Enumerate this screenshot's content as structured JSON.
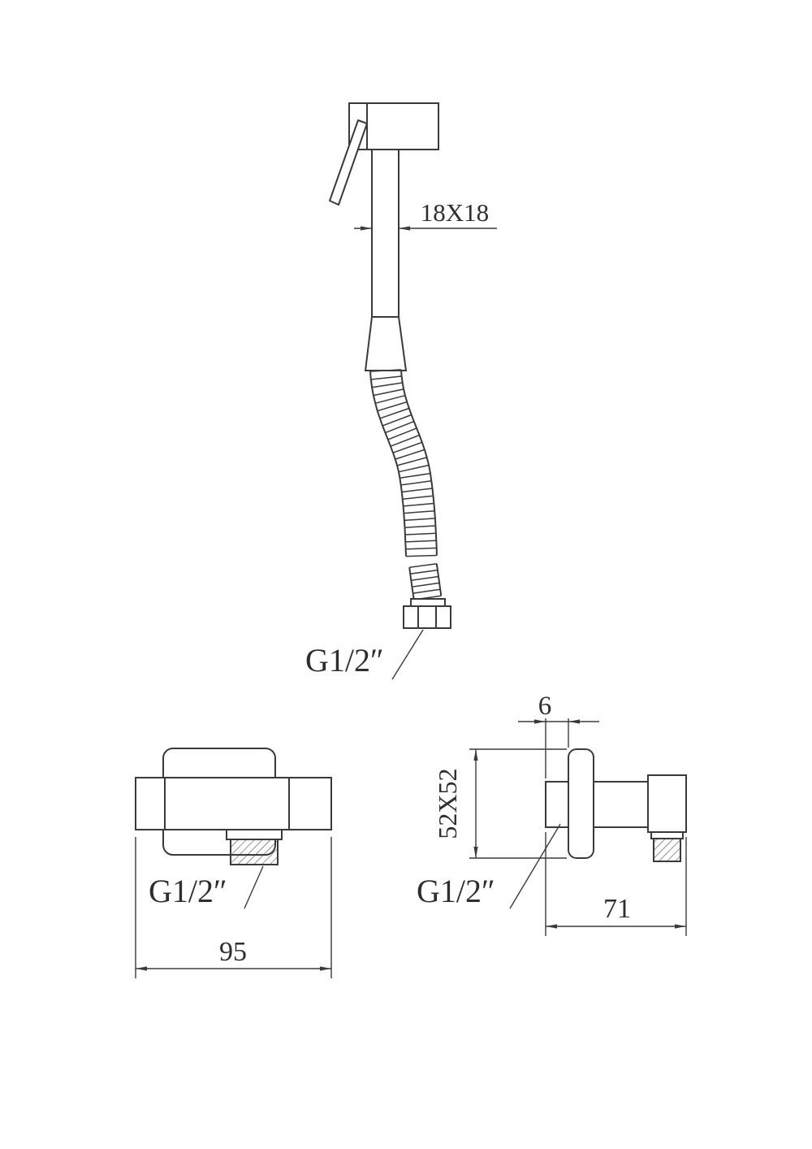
{
  "drawing": {
    "background": "#ffffff",
    "line_color": "#3a3a3a",
    "views": {
      "sprayer": {
        "dim_head_section": "18X18",
        "hose_fitting_label": "G1/2″"
      },
      "front": {
        "outlet_label": "G1/2″",
        "dim_width": "95"
      },
      "side": {
        "dim_wall_offset": "6",
        "dim_face": "52X52",
        "inlet_label": "G1/2″",
        "dim_length": "71"
      }
    }
  }
}
